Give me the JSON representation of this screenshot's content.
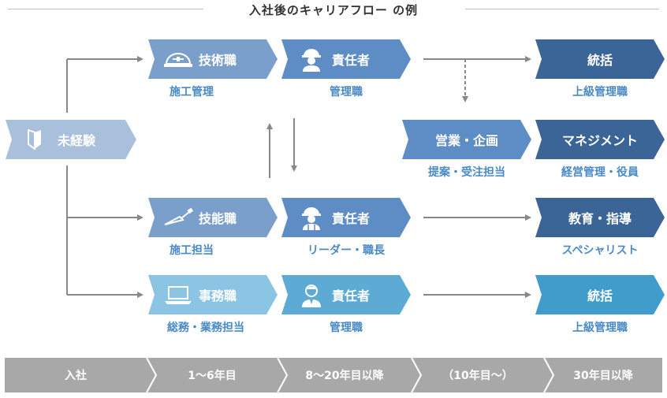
{
  "title": "入社後のキャリアフロー の例",
  "colors": {
    "light": "#a9c0dd",
    "mid": "#7a9fcb",
    "mid2": "#5e8cc4",
    "dark": "#3a6596",
    "cyan_light": "#8cc5e3",
    "cyan": "#5daad4",
    "cyan_dark": "#3f9ccb",
    "subtext": "#4a8ac4",
    "arrow": "#888888"
  },
  "start": {
    "label": "未経験",
    "icon": "beginner-mark-icon"
  },
  "rows": {
    "tech": {
      "job": {
        "label": "技術職",
        "icon": "hardhat-icon",
        "sub": "施工管理"
      },
      "lead": {
        "label": "責任者",
        "icon": "worker-icon",
        "sub": "管理職"
      },
      "end": {
        "label": "統括",
        "sub": "上級管理職"
      }
    },
    "sales": {
      "mid": {
        "label": "営業・企画",
        "sub": "提案・受注担当"
      },
      "end": {
        "label": "マネジメント",
        "sub": "経営管理・役員"
      }
    },
    "skill": {
      "job": {
        "label": "技能職",
        "icon": "trowel-icon",
        "sub": "施工担当"
      },
      "lead": {
        "label": "責任者",
        "icon": "worker-icon",
        "sub": "リーダー・職長"
      },
      "end": {
        "label": "教育・指導",
        "sub": "スペシャリスト"
      }
    },
    "office": {
      "job": {
        "label": "事務職",
        "icon": "laptop-icon",
        "sub": "総務・業務担当"
      },
      "lead": {
        "label": "責任者",
        "icon": "office-worker-icon",
        "sub": "管理職"
      },
      "end": {
        "label": "統括",
        "sub": "上級管理職"
      }
    }
  },
  "timeline": [
    "入社",
    "1〜6年目",
    "8〜20年目以降",
    "（10年目〜）",
    "30年目以降"
  ]
}
